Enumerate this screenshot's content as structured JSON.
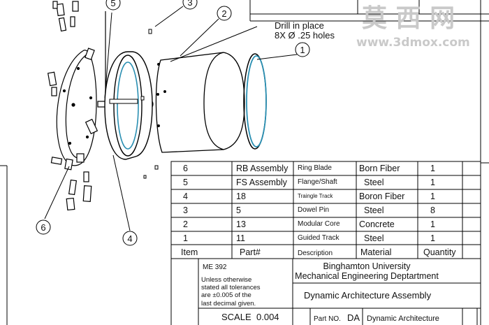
{
  "callouts": {
    "c1": "1",
    "c2": "2",
    "c3": "3",
    "c4": "4",
    "c5": "5",
    "c6": "6"
  },
  "drill_note": {
    "line1": "Drill in place",
    "line2": "8X Ø .25 holes"
  },
  "watermark": {
    "logo": "莫 西 网",
    "url": "www.3dmox.com"
  },
  "bom": {
    "rows": [
      {
        "item": "6",
        "part": "RB Assembly",
        "description": "Ring Blade",
        "material": "Born Fiber",
        "quantity": "1"
      },
      {
        "item": "5",
        "part": "FS Assembly",
        "description": "Flange/Shaft",
        "material": "Steel",
        "quantity": "1"
      },
      {
        "item": "4",
        "part": "18",
        "description": "Traingle Track",
        "material": "Boron Fiber",
        "quantity": "1"
      },
      {
        "item": "3",
        "part": "5",
        "description": "Dowel Pin",
        "material": "Steel",
        "quantity": "8"
      },
      {
        "item": "2",
        "part": "13",
        "description": "Modular Core",
        "material": "Concrete",
        "quantity": "1"
      },
      {
        "item": "1",
        "part": "11",
        "description": "Guided Track",
        "material": "Steel",
        "quantity": "1"
      }
    ],
    "header": {
      "item": "Item",
      "part": "Part#",
      "description": "Description",
      "material": "Material",
      "quantity": "Quantity"
    }
  },
  "title_block": {
    "course": "ME 392",
    "tolerance": [
      "Unless otherwise",
      "stated all tolerances",
      "are ±0.005 of the",
      "last decimal given."
    ],
    "university": "Binghamton University",
    "department": "Mechanical Engineering Deptartment",
    "drawing_title": "Dynamic Architecture Assembly",
    "scale_label": "SCALE",
    "scale_value": "0.004",
    "part_no_label": "Part NO.",
    "part_no_value": "DA",
    "part_name": "Dynamic Architecture"
  }
}
